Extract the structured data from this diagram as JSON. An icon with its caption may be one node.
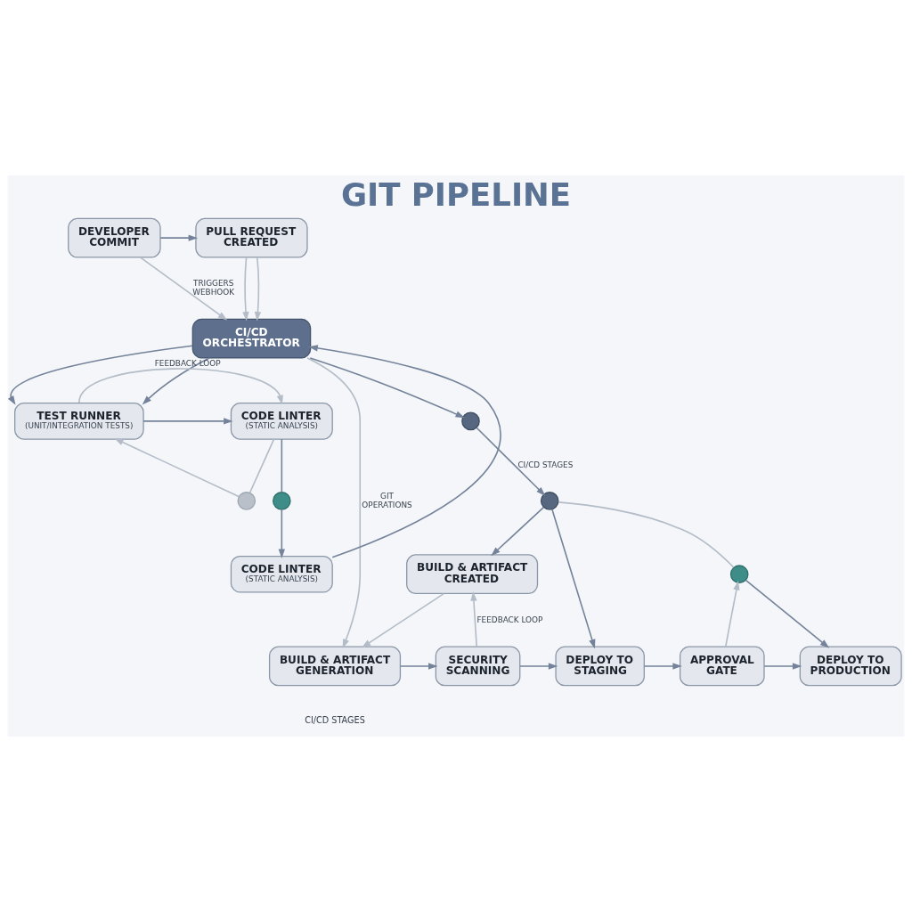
{
  "diagram": {
    "title": "GIT PIPELINE",
    "nodes": [
      {
        "text": [
          "DEVELOPER COMMIT"
        ]
      },
      {
        "text": [
          "PULL REQUEST CREATED"
        ]
      },
      {
        "text": [
          "CI/CD ORCHESTRATOR"
        ]
      },
      {
        "text": [
          "TEST RUNNER",
          "(UNIT/INTEGRATION TESTS)"
        ]
      },
      {
        "text": [
          "CODE LINTER",
          "(STATIC ANALYSIS)"
        ]
      },
      {
        "text": [
          "CODE LINTER",
          "(STATIC ANALYSIS)"
        ]
      },
      {
        "text": [
          "BUILD & ARTIFACT CREATED"
        ]
      },
      {
        "text": [
          "BUILD & ARTIFACT GENERATION"
        ]
      },
      {
        "text": [
          "SECURITY SCANNING"
        ]
      },
      {
        "text": [
          "DEPLOY TO STAGING"
        ]
      },
      {
        "text": [
          "APPROVAL GATE"
        ]
      },
      {
        "text": [
          "DEPLOY TO PRODUCTION"
        ]
      },
      {
        "text": [],
        "shape": "circle"
      },
      {
        "text": [],
        "shape": "circle"
      },
      {
        "text": [],
        "shape": "circle"
      },
      {
        "text": [],
        "shape": "circle"
      },
      {
        "text": [],
        "shape": "circle"
      }
    ],
    "edges": [
      {
        "from": 0,
        "to": 1,
        "arrow": "to"
      },
      {
        "from": 1,
        "to": 2,
        "arrow": "to",
        "color": "#b3bcc7"
      },
      {
        "from": 0,
        "to": 2,
        "arrow": "to",
        "label": "TRIGGERS WEBHOOK",
        "color": "#b3bcc7"
      },
      {
        "from": 1,
        "to": 2,
        "arrow": "to",
        "color": "#b3bcc7"
      },
      {
        "from": 2,
        "to": 3,
        "arrow": "to"
      },
      {
        "from": 2,
        "to": 3,
        "arrow": "to"
      },
      {
        "from": 3,
        "to": 4,
        "arrow": "to"
      },
      {
        "from": 3,
        "to": 4,
        "arrow": "to",
        "label": "FEEDBACK LOOP",
        "color": "#b3bcc7"
      },
      {
        "from": 4,
        "to": 12,
        "arrow": "none",
        "color": "#b3bcc7"
      },
      {
        "from": 12,
        "to": 3,
        "arrow": "to",
        "color": "#b3bcc7"
      },
      {
        "from": 4,
        "to": 13,
        "arrow": "none"
      },
      {
        "from": 13,
        "to": 5,
        "arrow": "to"
      },
      {
        "from": 5,
        "to": 2,
        "arrow": "to"
      },
      {
        "from": 2,
        "to": 14,
        "arrow": "to"
      },
      {
        "from": 14,
        "to": 15,
        "arrow": "to",
        "label": "CI/CD STAGES"
      },
      {
        "from": 15,
        "to": 6,
        "arrow": "to"
      },
      {
        "from": 15,
        "to": 9,
        "arrow": "to"
      },
      {
        "from": 15,
        "to": 16,
        "arrow": "none",
        "color": "#b3bcc7"
      },
      {
        "from": 16,
        "to": 11,
        "arrow": "to"
      },
      {
        "from": 10,
        "to": 16,
        "arrow": "to",
        "color": "#b3bcc7"
      },
      {
        "from": 2,
        "to": 7,
        "arrow": "to",
        "label": "GIT OPERATIONS",
        "color": "#b3bcc7"
      },
      {
        "from": 6,
        "to": 7,
        "arrow": "to",
        "color": "#b3bcc7"
      },
      {
        "from": 8,
        "to": 6,
        "arrow": "to",
        "label": "FEEDBACK LOOP",
        "color": "#b3bcc7"
      },
      {
        "from": 7,
        "to": 8,
        "arrow": "to"
      },
      {
        "from": 8,
        "to": 9,
        "arrow": "to"
      },
      {
        "from": 9,
        "to": 10,
        "arrow": "to"
      },
      {
        "from": 10,
        "to": 11,
        "arrow": "to"
      }
    ],
    "labels": [
      "CI/CD STAGES"
    ]
  }
}
